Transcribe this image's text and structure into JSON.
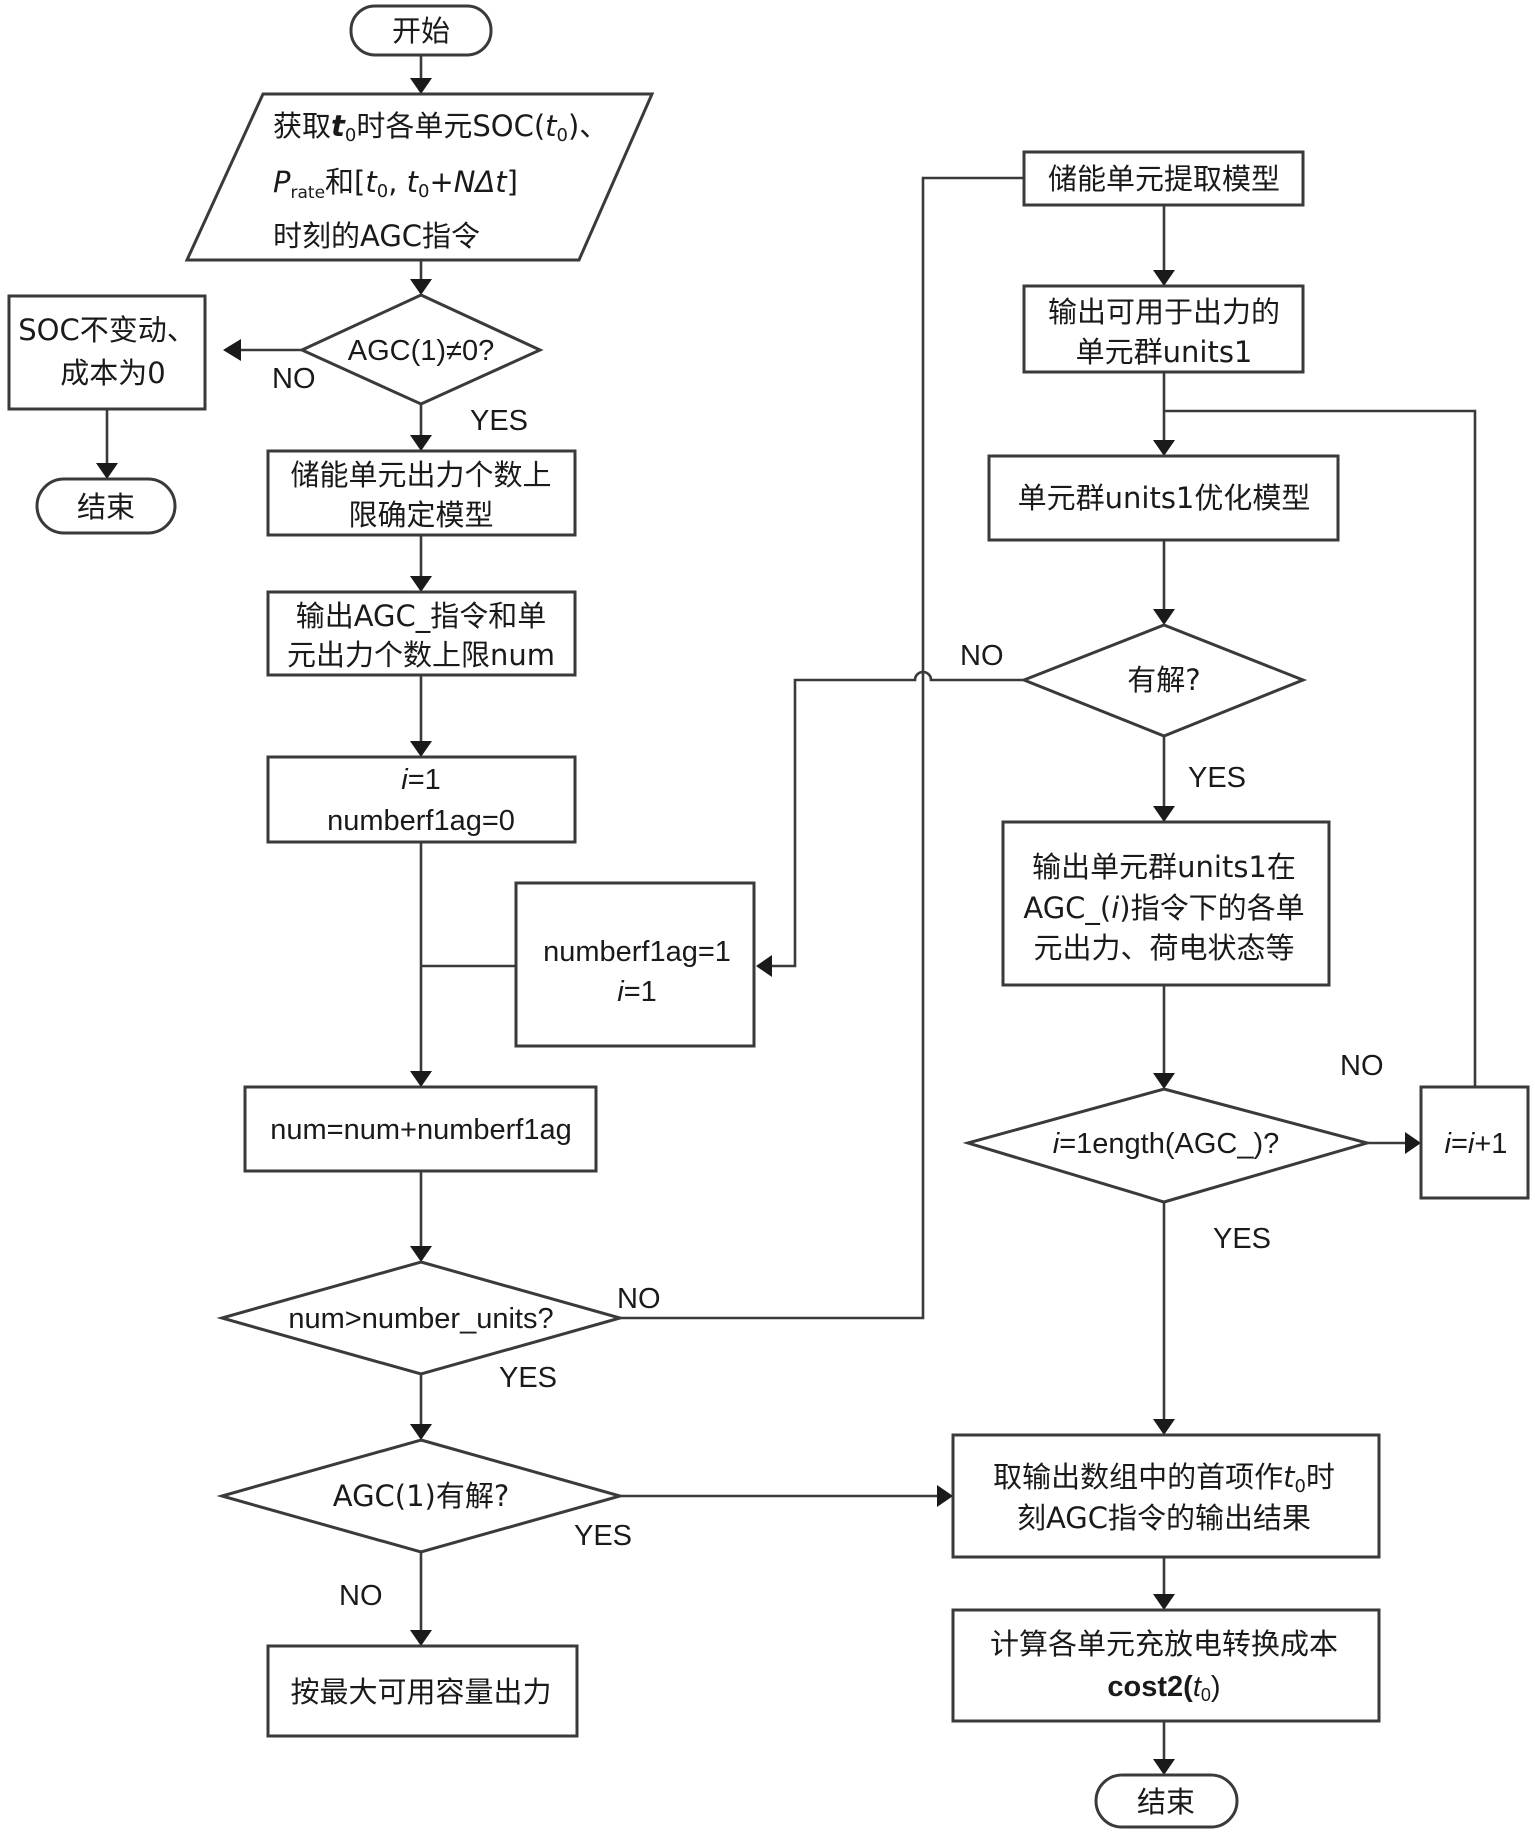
{
  "title": "储能单元AGC指令分配流程图",
  "nodes": {
    "start": "开始",
    "input": [
      "获取t0时各单元SOC(t0)、",
      "Prate和[t0, t0+NΔt]",
      "时刻的AGC指令"
    ],
    "input_parts": {
      "l1a": "获取",
      "l1b": "t",
      "l1c": "0",
      "l1d": "时各单元SOC(",
      "l1e": "t",
      "l1f": "0",
      "l1g": ")、",
      "l2a": "P",
      "l2b": "rate",
      "l2c": "和[",
      "l2d": "t",
      "l2e": "0",
      "l2f": ", ",
      "l2g": "t",
      "l2h": "0",
      "l2i": "+",
      "l2j": "NΔt",
      "l2k": "]",
      "l3": "时刻的AGC指令"
    },
    "decision_agc_nonzero": "AGC(1)≠0?",
    "soc_unchanged": [
      "SOC不变动、",
      "成本为0"
    ],
    "end_left": "结束",
    "upper_limit_model": [
      "储能单元出力个数上",
      "限确定模型"
    ],
    "output_agc": [
      "输出AGC_指令和单",
      "元出力个数上限num"
    ],
    "init": {
      "l1a": "i",
      "l1b": "=1",
      "l2": "numberf1ag=0"
    },
    "set_flag": {
      "l1": "numberf1ag=1",
      "l2a": "i",
      "l2b": "=1"
    },
    "num_update": "num=num+numberf1ag",
    "decision_num": "num>number_units?",
    "decision_agc_solvable": "AGC(1)有解?",
    "max_capacity": "按最大可用容量出力",
    "extract_model": "储能单元提取模型",
    "output_units1": [
      "输出可用于出力的",
      "单元群units1"
    ],
    "optimize_model": "单元群units1优化模型",
    "decision_solvable": "有解?",
    "output_unit_state": {
      "l1": "输出单元群units1在",
      "l2a": "AGC_(",
      "l2b": "i",
      "l2c": ")指令下的各单",
      "l3": "元出力、荷电状态等"
    },
    "decision_length": {
      "a": "i",
      "b": "=1ength(AGC_)?"
    },
    "increment": {
      "a": "i",
      "b": "=",
      "c": "i",
      "d": "+1"
    },
    "take_first": {
      "l1a": "取输出数组中的首项作",
      "l1b": "t",
      "l1c": "0",
      "l1d": "时",
      "l2": "刻AGC指令的输出结果"
    },
    "compute_cost": {
      "l1": "计算各单元充放电转换成本",
      "l2a": "cost2(",
      "l2b": "t",
      "l2c": "0",
      "l2d": ")"
    },
    "end_right": "结束"
  },
  "edge_labels": {
    "agc_nonzero_no": "NO",
    "agc_nonzero_yes": "YES",
    "solvable_no": "NO",
    "solvable_yes": "YES",
    "length_no": "NO",
    "length_yes": "YES",
    "num_no": "NO",
    "num_yes": "YES",
    "agc_solvable_yes": "YES",
    "agc_solvable_no": "NO"
  }
}
